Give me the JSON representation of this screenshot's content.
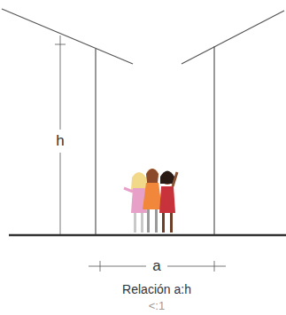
{
  "diagram": {
    "caption": "Relación a:h",
    "labels": [
      "h",
      "a",
      "<:1"
    ]
  }
}
